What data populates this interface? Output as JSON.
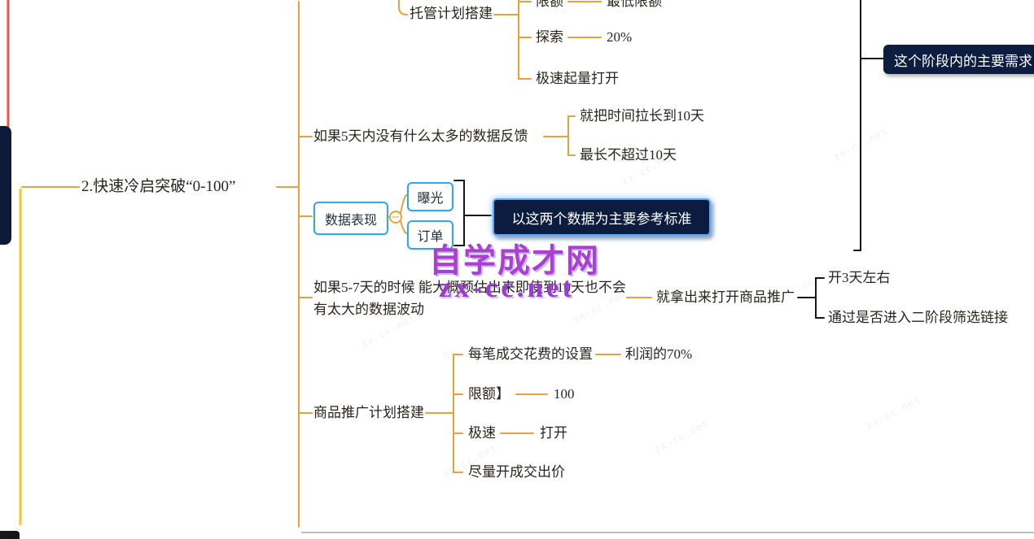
{
  "root": {
    "label": "2.快速冷启突破“0-100”"
  },
  "branch_hosting": {
    "label": "托管计划搭建",
    "items": [
      {
        "label": "限额",
        "value": "最低限额"
      },
      {
        "label": "探索",
        "value": "20%"
      },
      {
        "label": "极速起量打开"
      }
    ]
  },
  "branch_feedback": {
    "label": "如果5天内没有什么太多的数据反馈",
    "items": [
      {
        "label": "就把时间拉长到10天"
      },
      {
        "label": "最长不超过10天"
      }
    ]
  },
  "branch_data": {
    "label": "数据表现",
    "collapse_glyph": "−",
    "metrics": [
      {
        "label": "曝光"
      },
      {
        "label": "订单"
      }
    ],
    "callout": "以这两个数据为主要参考标准"
  },
  "branch_estimate": {
    "label": "如果5-7天的时候 能大概预估出来即使到10天也不会有太大的数据波动",
    "action": "就拿出来打开商品推广",
    "items": [
      {
        "label": "开3天左右"
      },
      {
        "label": "通过是否进入二阶段筛选链接"
      }
    ]
  },
  "branch_promo": {
    "label": "商品推广计划搭建",
    "items": [
      {
        "label": "每笔成交花费的设置",
        "value": "利润的70%"
      },
      {
        "label": "限额】",
        "value": "100"
      },
      {
        "label": "极速",
        "value": "打开"
      },
      {
        "label": "尽量开成交出价"
      }
    ]
  },
  "summary": {
    "label": "这个阶段内的主要需求"
  },
  "watermark": {
    "title": "自学成才网",
    "site": "zx-cc.net",
    "tile": "zx-cc.net"
  },
  "colors": {
    "branch_line": "#E8A23C",
    "accent_blue": "#35A8E0",
    "dark_node": "#0C1C3E",
    "callout_border": "#5AA7FF",
    "left_yellow": "#F6C42D",
    "left_red": "#E2574F"
  }
}
